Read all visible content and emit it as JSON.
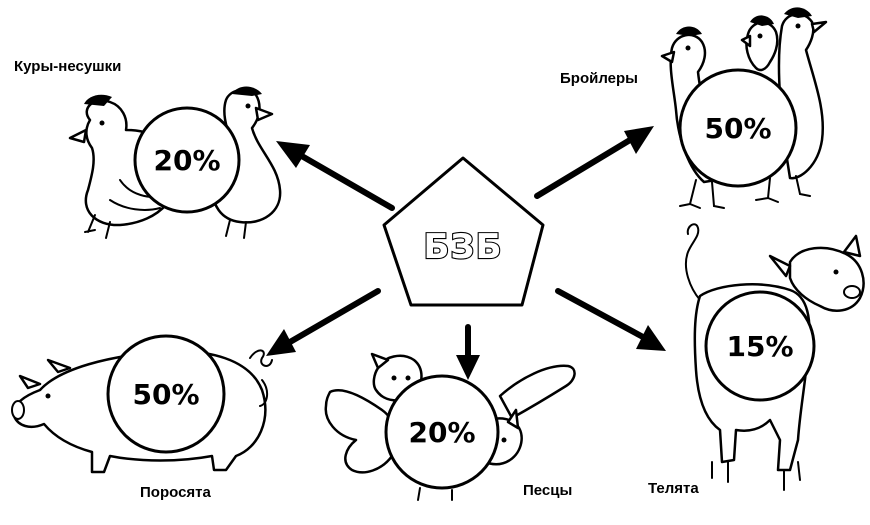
{
  "center": {
    "label": "БЗБ"
  },
  "groups": [
    {
      "key": "layers",
      "label": "Куры-несушки",
      "percent": "20%",
      "icon": "hen-icon"
    },
    {
      "key": "broilers",
      "label": "Бройлеры",
      "percent": "50%",
      "icon": "chicken-icon"
    },
    {
      "key": "piglets",
      "label": "Поросята",
      "percent": "50%",
      "icon": "pig-icon"
    },
    {
      "key": "foxes",
      "label": "Песцы",
      "percent": "20%",
      "icon": "arctic-fox-icon"
    },
    {
      "key": "calves",
      "label": "Телята",
      "percent": "15%",
      "icon": "calf-icon"
    }
  ]
}
